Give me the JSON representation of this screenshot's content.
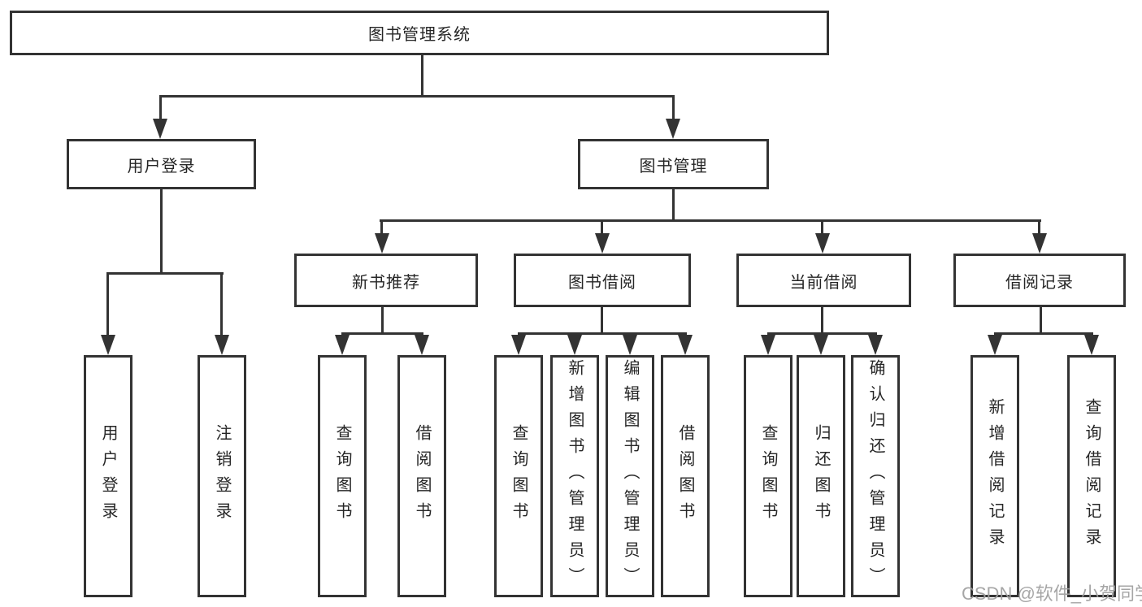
{
  "diagram": {
    "title": "图书管理系统",
    "modules": [
      {
        "label": "用户登录",
        "features": [
          "用户登录",
          "注销登录"
        ]
      },
      {
        "label": "图书管理",
        "submodules": [
          {
            "label": "新书推荐",
            "features": [
              "查询图书",
              "借阅图书"
            ]
          },
          {
            "label": "图书借阅",
            "features": [
              "查询图书",
              "新增图书（管理员）",
              "编辑图书（管理员）",
              "借阅图书"
            ]
          },
          {
            "label": "当前借阅",
            "features": [
              "查询图书",
              "归还图书",
              "确认归还（管理员）"
            ]
          },
          {
            "label": "借阅记录",
            "features": [
              "新增借阅记录",
              "查询借阅记录"
            ]
          }
        ]
      }
    ]
  },
  "watermark": "CSDN @软件_小贺同学",
  "colors": {
    "line": "#333333",
    "text": "#262626",
    "background": "#ffffff",
    "watermark": "#9e9e9e"
  }
}
